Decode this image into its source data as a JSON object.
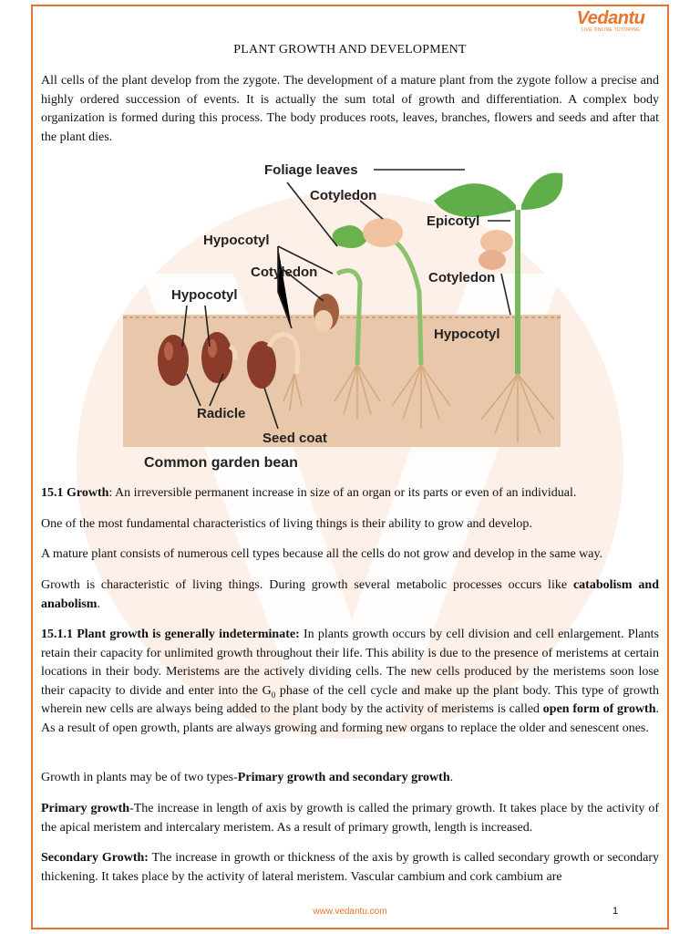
{
  "header": {
    "logo_text": "Vedantu",
    "logo_tagline": "LIVE ONLINE TUTORING"
  },
  "title": "PLANT GROWTH AND DEVELOPMENT",
  "intro": "All cells of the plant develop from the zygote. The development of a mature plant from the zygote follow a precise and highly ordered succession of events. It is actually the sum total of growth and differentiation. A complex body organization is formed during this process. The body produces roots, leaves, branches, flowers and seeds and after that the plant dies.",
  "figure": {
    "labels": {
      "foliage_leaves": "Foliage leaves",
      "cotyledon_top": "Cotyledon",
      "epicotyl": "Epicotyl",
      "hypocotyl_mid": "Hypocotyl",
      "cotyledon_mid": "Cotyledon",
      "hypocotyl_left": "Hypocotyl",
      "cotyledon_right": "Cotyledon",
      "hypocotyl_right": "Hypocotyl",
      "radicle": "Radicle",
      "seed_coat": "Seed coat",
      "caption": "Common garden bean"
    }
  },
  "sections": {
    "growth_heading": "15.1 Growth",
    "growth_def": ": An irreversible permanent increase in size of an organ or its parts or even of an individual.",
    "p_fundamental": "One of the most fundamental characteristics of living things is their ability to grow and develop.",
    "p_mature": "A mature plant consists of numerous cell types because all the cells do not grow and develop in the same way.",
    "p_char_pre": "Growth is characteristic of living things. During growth several metabolic processes occurs like ",
    "p_char_bold": "catabolism and anabolism",
    "p_char_post": ".",
    "indeterminate_heading": "15.1.1 Plant growth is generally indeterminate:",
    "indeterminate_text1": " In plants growth occurs by cell division and cell enlargement. Plants retain their capacity for unlimited growth throughout their life. This ability is due to the presence of meristems at certain locations in their body. Meristems are the actively dividing cells. The new cells produced by the meristems soon lose their capacity to divide and enter into the G",
    "indeterminate_sub": "0",
    "indeterminate_text2": " phase of the cell cycle and make up the plant body. This type of growth wherein new cells are always being added to the plant body by the activity of meristems is called ",
    "indeterminate_bold": "open form of growth",
    "indeterminate_text3": ". As a result of open growth, plants are always growing and forming new organs to replace the older and senescent ones.",
    "types_pre": "Growth in plants may be of two types-",
    "types_bold": "Primary growth and secondary growth",
    "types_post": ".",
    "primary_heading": "Primary growth",
    "primary_text": "-The increase in length of axis by growth is called the primary growth. It takes place by the activity of the apical meristem and intercalary meristem. As a result of primary growth, length is increased.",
    "secondary_heading": "Secondary Growth:",
    "secondary_text": " The increase in growth or thickness of the axis by growth is called secondary growth or secondary thickening. It takes place by the activity of lateral meristem. Vascular cambium and cork cambium are"
  },
  "footer": {
    "url": "www.vedantu.com",
    "page_number": "1"
  },
  "colors": {
    "accent": "#e8742a",
    "soil": "#e6c3a6",
    "leaf": "#5fae4a",
    "seed": "#8a3b2a"
  }
}
